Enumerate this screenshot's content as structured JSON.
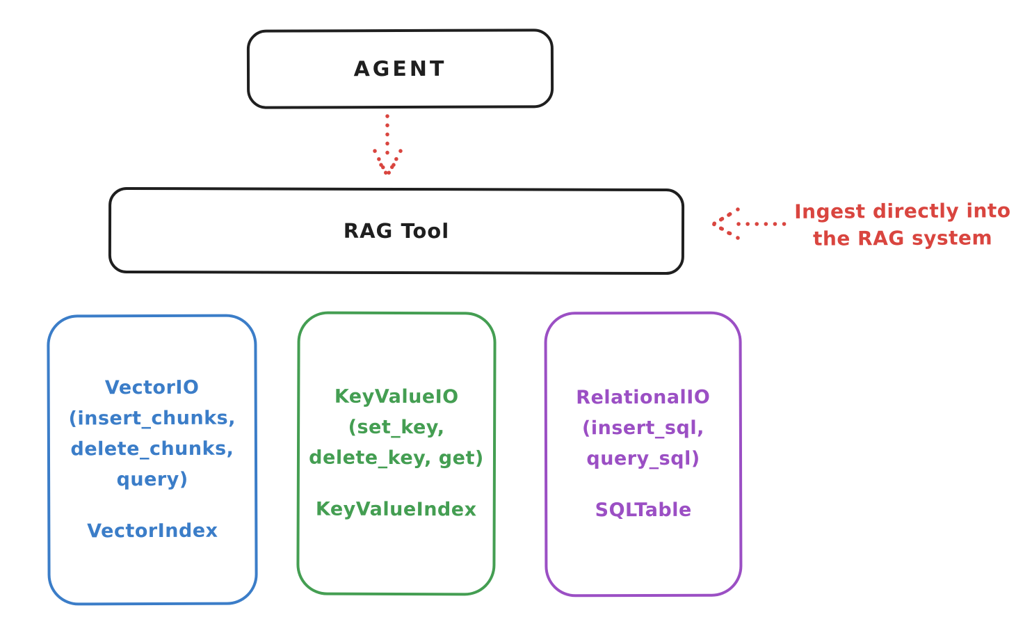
{
  "colors": {
    "ink": "#1f1f1f",
    "accent_red": "#d9453f",
    "vector_blue": "#3b7dc8",
    "keyvalue_green": "#449e52",
    "relational_purple": "#9b4fc4",
    "background": "#ffffff"
  },
  "nodes": {
    "agent": {
      "label": "AGENT"
    },
    "rag_tool": {
      "label": "RAG Tool"
    }
  },
  "annotation": {
    "line1": "Ingest directly into",
    "line2": "the RAG system"
  },
  "io_boxes": [
    {
      "name": "vector-io",
      "color": "#3b7dc8",
      "lines": [
        "VectorIO",
        "(insert_chunks,",
        "delete_chunks,",
        "query)"
      ],
      "index_label": "VectorIndex"
    },
    {
      "name": "key-value-io",
      "color": "#449e52",
      "lines": [
        "KeyValueIO",
        "(set_key,",
        "delete_key, get)"
      ],
      "index_label": "KeyValueIndex"
    },
    {
      "name": "relational-io",
      "color": "#9b4fc4",
      "lines": [
        "RelationalIO",
        "(insert_sql,",
        "query_sql)"
      ],
      "index_label": "SQLTable"
    }
  ],
  "arrows": [
    {
      "name": "agent-to-rag-tool",
      "style": "dotted",
      "color": "#d9453f",
      "direction": "down"
    },
    {
      "name": "ingest-into-rag",
      "style": "dotted",
      "color": "#d9453f",
      "direction": "left"
    }
  ]
}
